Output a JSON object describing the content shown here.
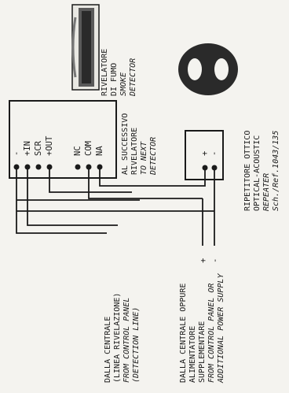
{
  "detector": {
    "label_it_1": "RIVELATORE",
    "label_it_2": "DI FUMO",
    "label_en_1": "SMOKE",
    "label_en_2": "DETECTOR",
    "terminals": [
      "-",
      "+IN",
      "SCR",
      "+OUT",
      "NC",
      "COM",
      "NA"
    ]
  },
  "next_detector": {
    "line1": "AL SUCCESSIVO",
    "line2": "RIVELATORE",
    "line3": "TO NEXT",
    "line4": "DETECTOR"
  },
  "repeater": {
    "line1": "RIPETITORE OTTICO",
    "line2": "OPTICAL-ACOUSTIC",
    "line3": "REPEATER",
    "line4": "Sch./Ref.1043/135",
    "terminals": [
      "+",
      "-"
    ]
  },
  "control_panel": {
    "line1": "DALLA CENTRALE",
    "line2": "(LINEA RIVELAZIONE)",
    "line3": "FROM CONTROL PANEL",
    "line4": "(DETECTION LINE)"
  },
  "power_supply": {
    "line1": "DALLA CENTRALE OPPURE",
    "line2": "ALIMENTATORE",
    "line3": "SUPPLEMENTARE",
    "line4": "FROM CONTROL PANEL OR",
    "line5": "ADDITIONAL POWER SUPPLY",
    "plus": "+",
    "minus": "-"
  }
}
